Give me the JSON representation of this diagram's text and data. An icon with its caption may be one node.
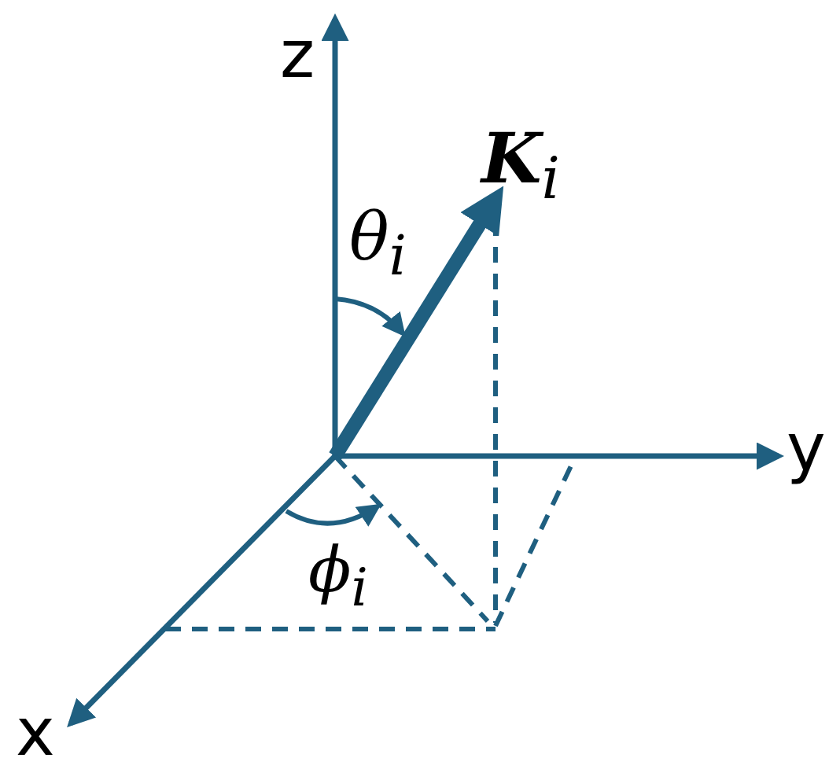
{
  "diagram": {
    "labels": [
      "z",
      "**K**$_{i}$",
      "θ$_{i}$",
      "y",
      "ϕ$_{i}$",
      "x"
    ]
  }
}
